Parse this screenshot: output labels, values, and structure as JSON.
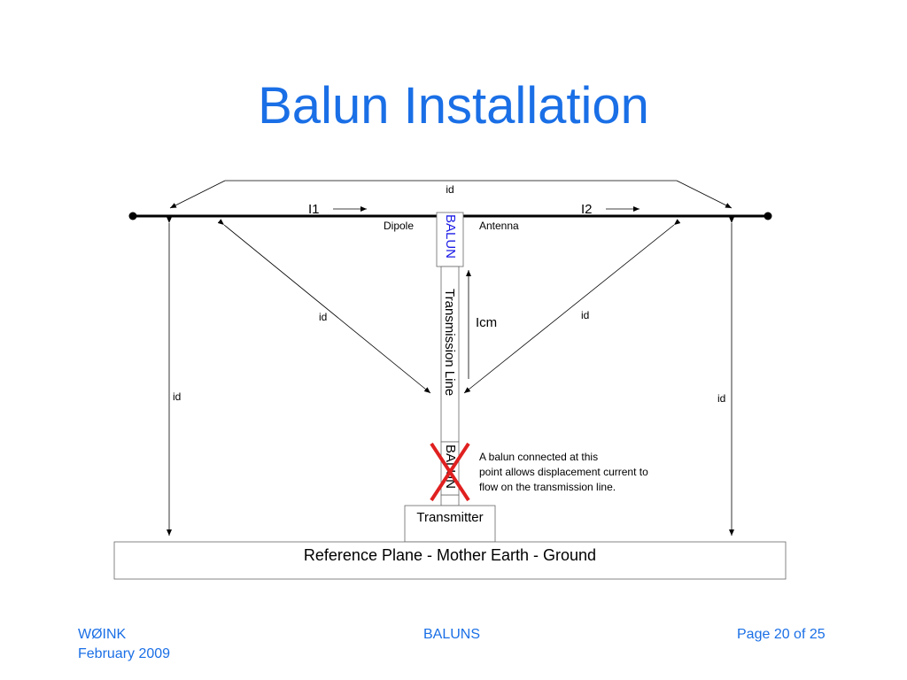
{
  "title": "Balun Installation",
  "diagram": {
    "top_id_label": "id",
    "current_left_label": "I1",
    "current_right_label": "I2",
    "dipole_label": "Dipole",
    "antenna_label": "Antenna",
    "balun_top_label": "BALUN",
    "transmission_line_label": "Transmission Line",
    "icm_label": "Icm",
    "id_left_diag_label": "id",
    "id_right_diag_label": "id",
    "id_left_vert_label": "id",
    "id_right_vert_label": "id",
    "balun_bottom_label": "BALUN",
    "note_lines": [
      "A balun connected at this",
      "point allows displacement current to",
      "flow on the transmission line."
    ],
    "transmitter_label": "Transmitter",
    "ground_label": "Reference Plane - Mother Earth - Ground",
    "colors": {
      "title_blue": "#1a6fe6",
      "balun_text_blue": "#1a1ae6",
      "cross_red": "#e02020"
    }
  },
  "footer": {
    "left_line1": "WØINK",
    "left_line2": "February 2009",
    "center": "BALUNS",
    "right": "Page 20 of 25"
  }
}
